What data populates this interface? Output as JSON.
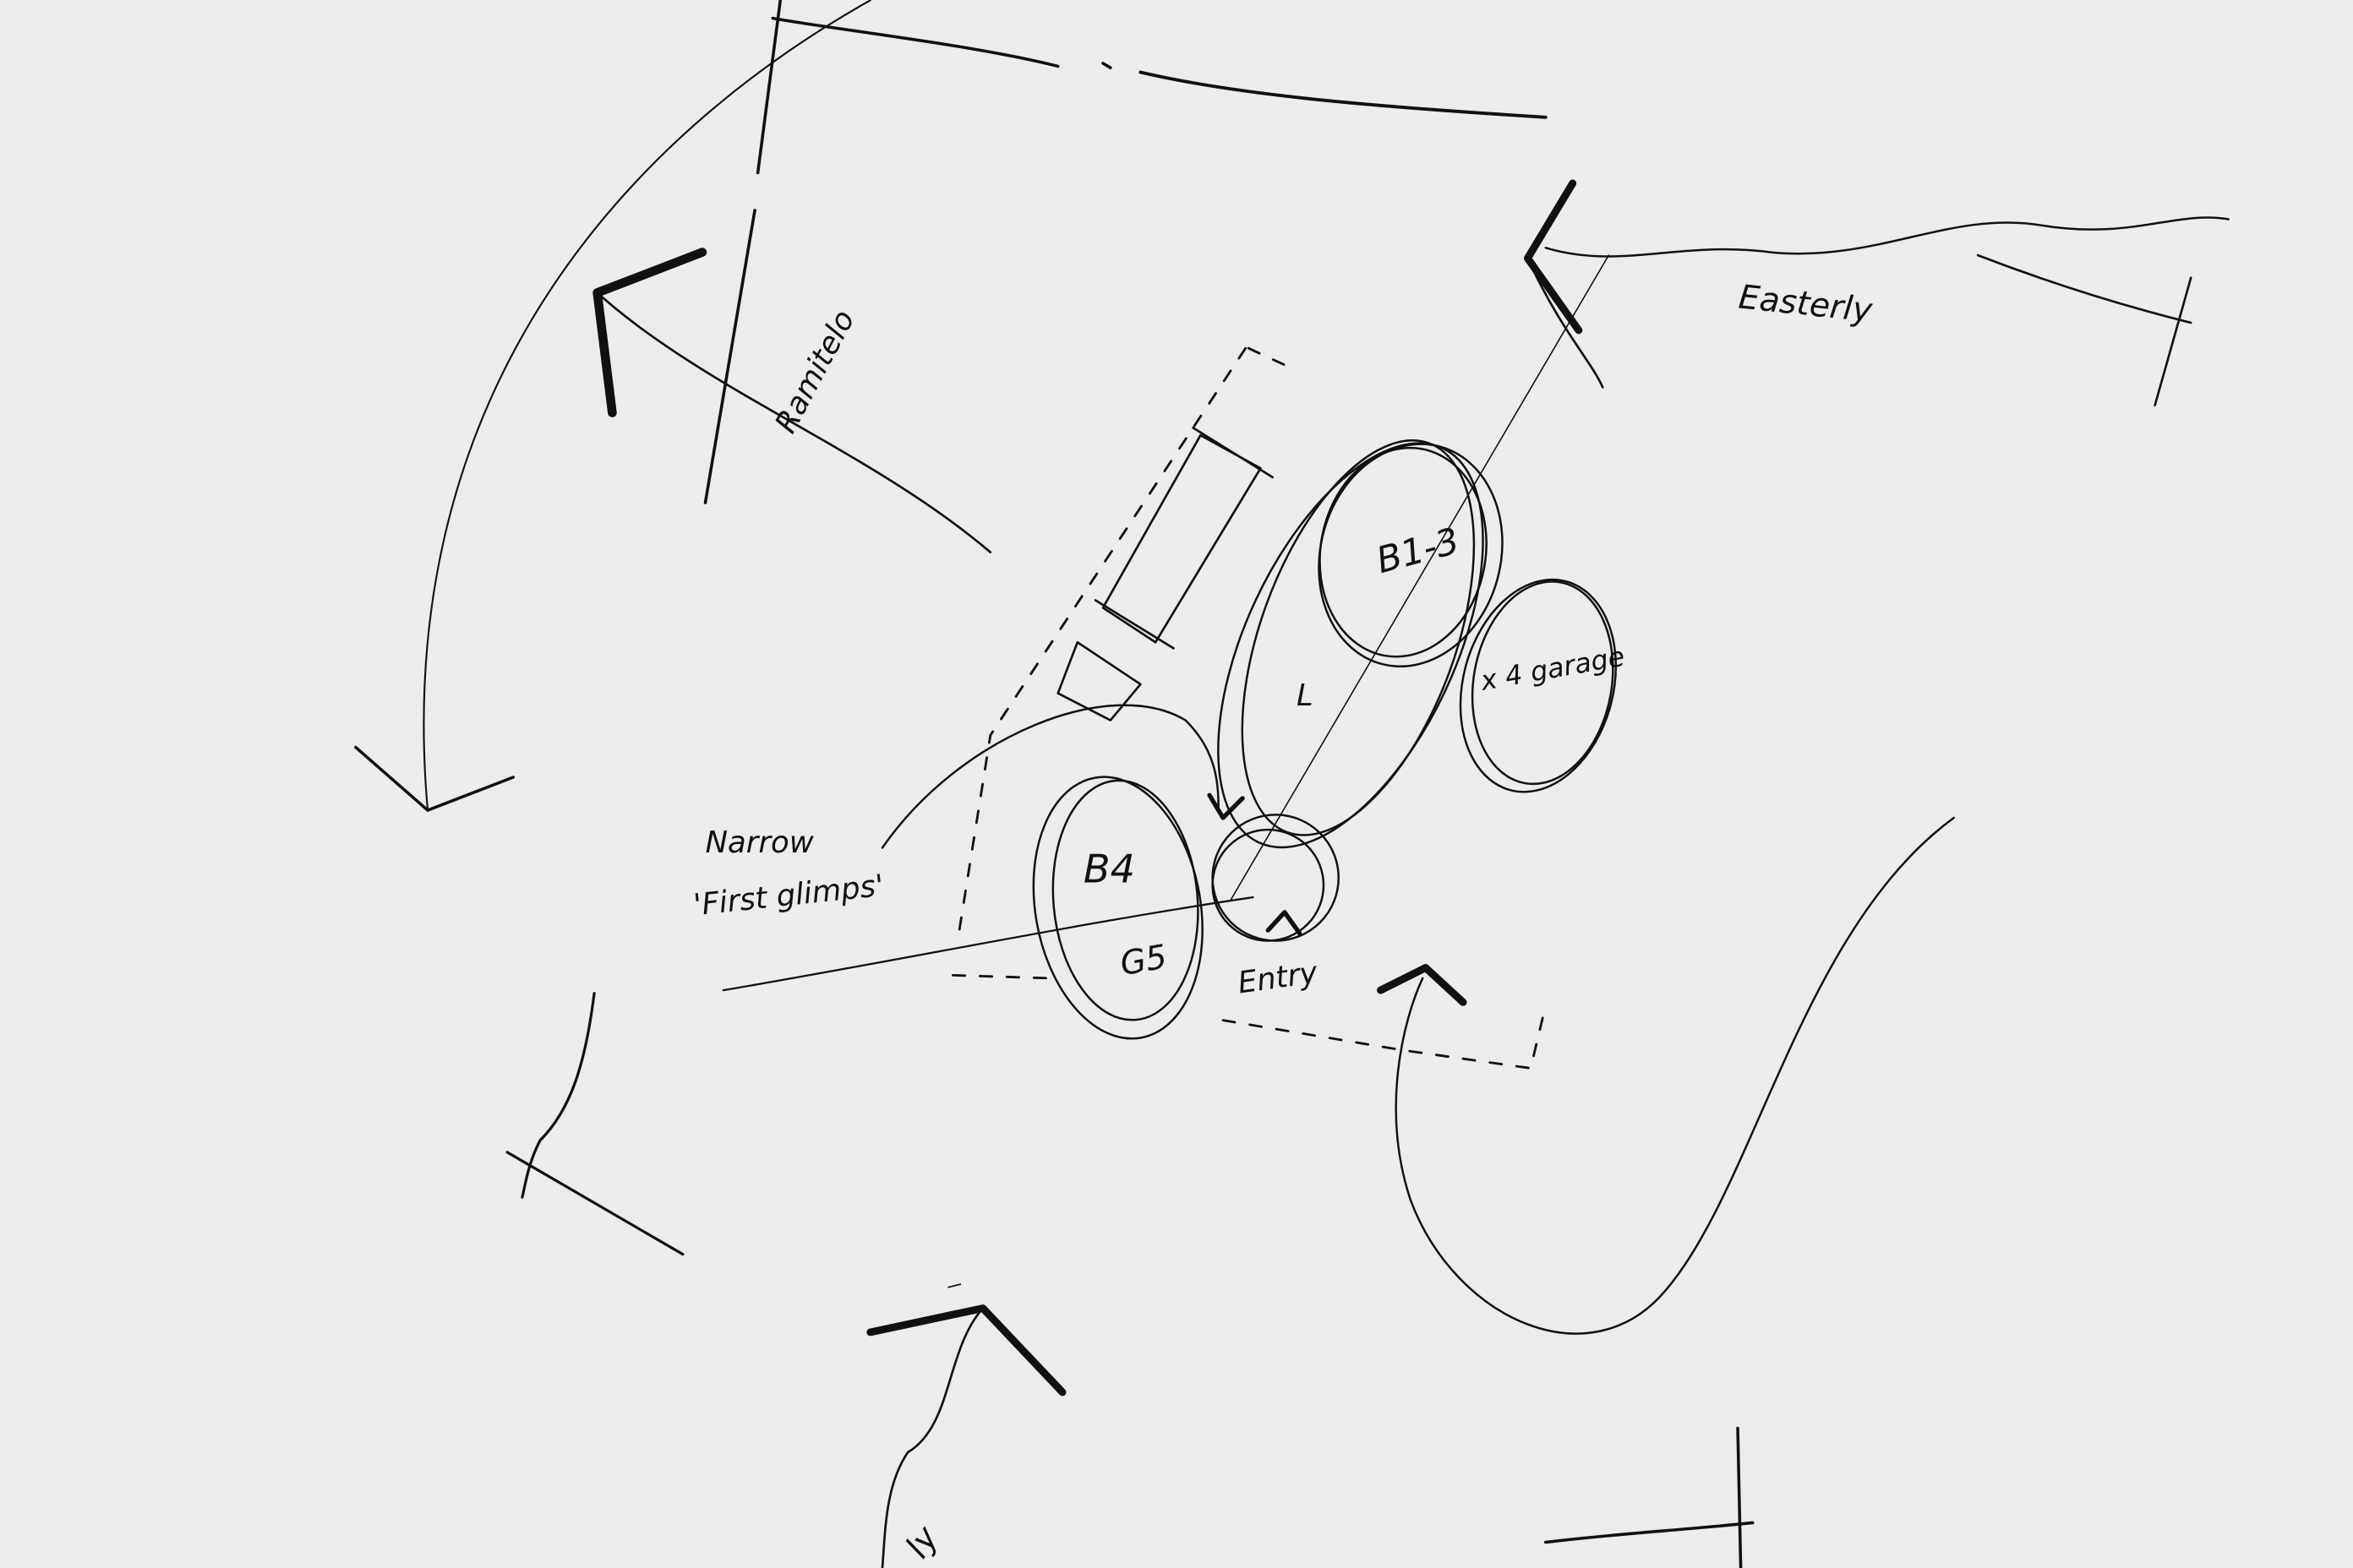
{
  "labels": {
    "west_wind": "Ramitelo",
    "east_wind": "Easterly",
    "bedrooms_1_3": "B1-3",
    "living": "L",
    "garage": "x 4 garage",
    "bedroom_4": "B4",
    "guest": "G5",
    "entry": "Entry",
    "narrow_line1": "Narrow",
    "narrow_line2": "'First glimps'",
    "south_wind": "ly"
  }
}
